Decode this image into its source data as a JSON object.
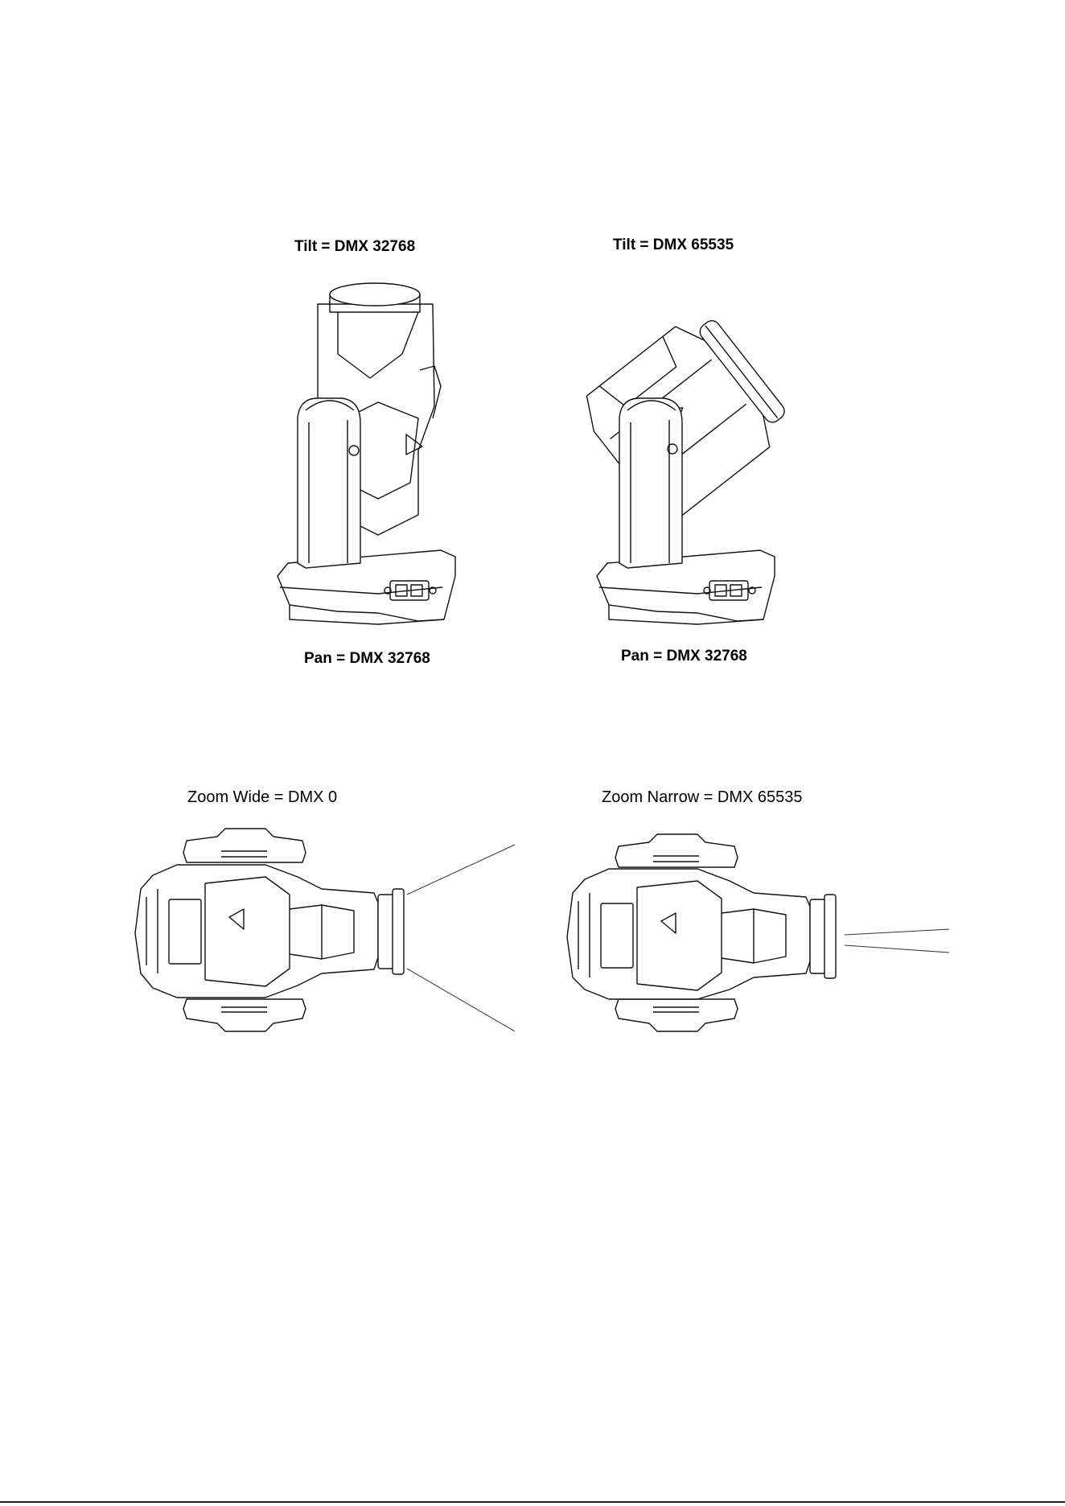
{
  "top_left": {
    "tilt_label": "Tilt = DMX 32768",
    "pan_label": "Pan = DMX 32768"
  },
  "top_right": {
    "tilt_label": "Tilt = DMX 65535",
    "pan_label": "Pan = DMX 32768"
  },
  "bottom_left": {
    "zoom_label": "Zoom Wide = DMX 0"
  },
  "bottom_right": {
    "zoom_label": "Zoom Narrow = DMX 65535"
  }
}
